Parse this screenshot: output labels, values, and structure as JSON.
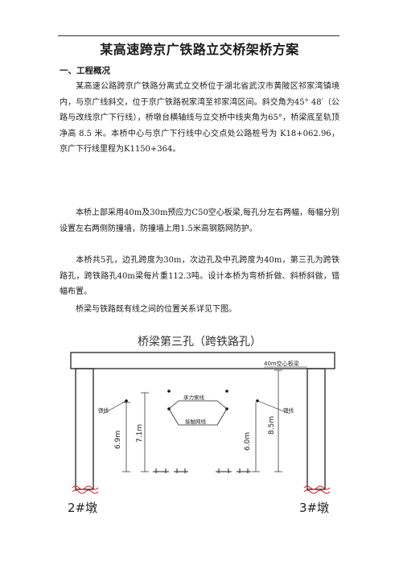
{
  "document": {
    "title": "某高速跨京广铁路立交桥架桥方案",
    "section1_heading": "一、工程概况",
    "paragraphs": [
      "某高速公路跨京广铁路分离式立交桥位于湖北省武汉市黄陂区祁家湾镇境内，与京广线斜交，位于京广铁路祝家湾至祁家湾区间。斜交角为45° 48′（公路与改线京广下行线），桥墩台横轴线与立交桥中线夹角为65°，桥梁底至轨顶净高 8.5 米。本桥中心与京广下行线中心交点处公路桩号为 K18+062.96，京广下行线里程为K1150+364。",
      "本桥上部采用40m及30m预应力C50空心板梁,每孔分左右两幅，每幅分别设置左右两侧防撞墙，防撞墙上用1.5米高钢筋网防护。",
      "本桥共5孔，边孔跨度为30m，次边孔及中孔跨度为40m，第三孔为跨铁路孔，跨铁路孔40m梁每片重112.3吨。设计本桥为弯桥折做、斜桥斜做，错幅布置。",
      "桥梁与铁路既有线之间的位置关系详见下图。"
    ]
  },
  "figure": {
    "title": "桥梁第三孔（跨铁路孔）",
    "labels": {
      "beam": "40m空心板梁",
      "messenger_wire": "承力索线",
      "contact_wire": "接触网线",
      "cable_left": "馈线",
      "cable_right": "馈线",
      "dim_left_outer": "6.9m",
      "dim_left_inner": "7.1m",
      "dim_right_inner": "6.0m",
      "dim_right_outer": "8.5m",
      "pier_left": "2#墩",
      "pier_right": "3#墩"
    }
  }
}
